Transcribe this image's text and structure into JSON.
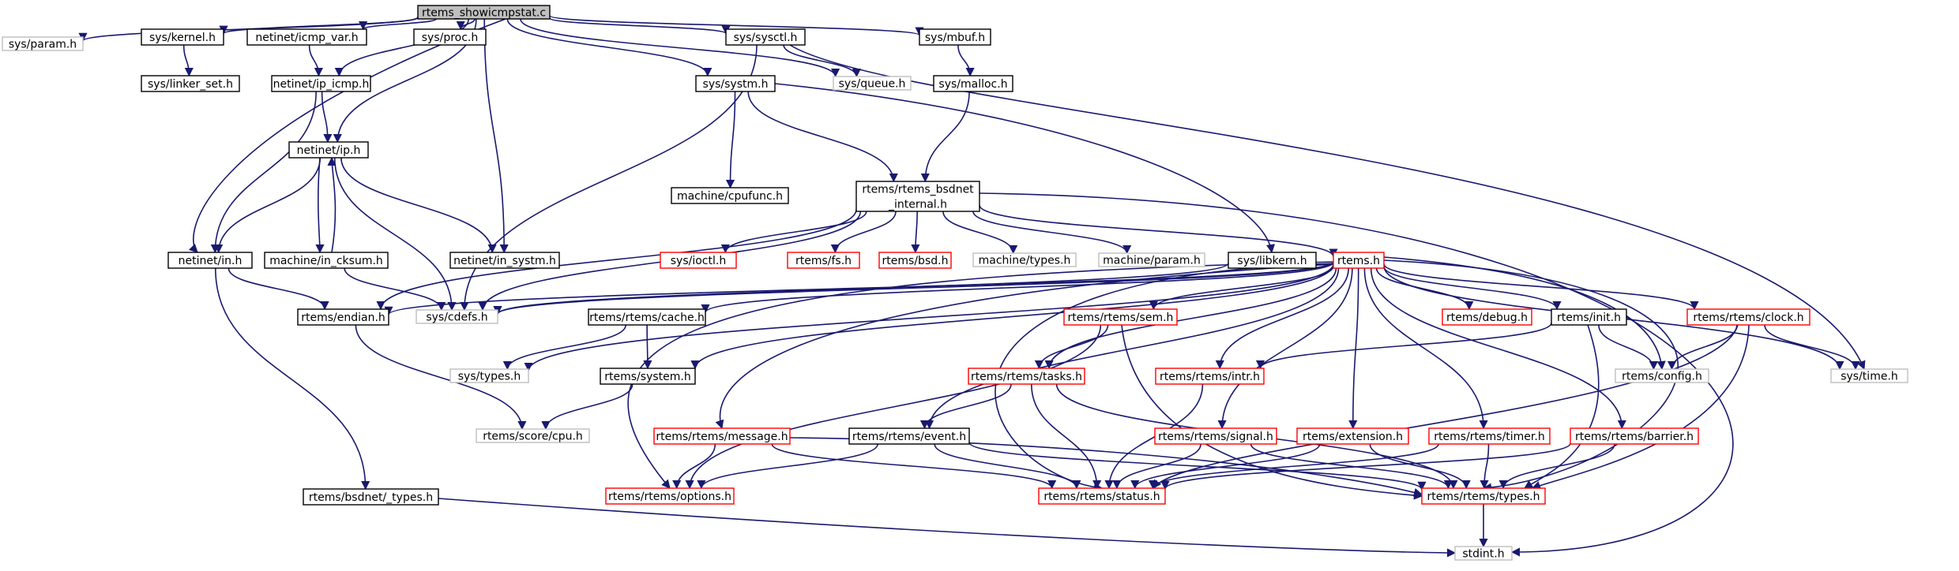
{
  "diagram": {
    "colors": {
      "edge": "#191970",
      "root_fill": "#bfbfbf",
      "root_border": "#000000",
      "documented_border": "#000000",
      "undocumented_border": "#bfbfbf",
      "missing_border": "#ff0000",
      "undocumented_text": "#7f7f7f"
    },
    "nodes": [
      {
        "id": "root",
        "label": "rtems_showicmpstat.c",
        "kind": "root"
      },
      {
        "id": "sys_param",
        "label": "sys/param.h",
        "kind": "undocumented"
      },
      {
        "id": "sys_kernel",
        "label": "sys/kernel.h",
        "kind": "documented"
      },
      {
        "id": "icmp_var",
        "label": "netinet/icmp_var.h",
        "kind": "documented"
      },
      {
        "id": "sys_proc",
        "label": "sys/proc.h",
        "kind": "documented"
      },
      {
        "id": "sys_sysctl",
        "label": "sys/sysctl.h",
        "kind": "documented"
      },
      {
        "id": "sys_mbuf",
        "label": "sys/mbuf.h",
        "kind": "documented"
      },
      {
        "id": "linker_set",
        "label": "sys/linker_set.h",
        "kind": "documented"
      },
      {
        "id": "ip_icmp",
        "label": "netinet/ip_icmp.h",
        "kind": "documented"
      },
      {
        "id": "sys_queue",
        "label": "sys/queue.h",
        "kind": "undocumented"
      },
      {
        "id": "sys_systm",
        "label": "sys/systm.h",
        "kind": "documented"
      },
      {
        "id": "sys_malloc",
        "label": "sys/malloc.h",
        "kind": "documented"
      },
      {
        "id": "netinet_ip",
        "label": "netinet/ip.h",
        "kind": "documented"
      },
      {
        "id": "cpufunc",
        "label": "machine/cpufunc.h",
        "kind": "documented"
      },
      {
        "id": "bsdnet_internal",
        "label": [
          "rtems/rtems_bsdnet",
          "_internal.h"
        ],
        "kind": "documented"
      },
      {
        "id": "netinet_in",
        "label": "netinet/in.h",
        "kind": "documented"
      },
      {
        "id": "in_cksum",
        "label": "machine/in_cksum.h",
        "kind": "documented"
      },
      {
        "id": "in_systm",
        "label": "netinet/in_systm.h",
        "kind": "documented"
      },
      {
        "id": "sys_ioctl",
        "label": "sys/ioctl.h",
        "kind": "missing"
      },
      {
        "id": "rtems_fs",
        "label": "rtems/fs.h",
        "kind": "missing"
      },
      {
        "id": "rtems_bsd",
        "label": "rtems/bsd.h",
        "kind": "missing"
      },
      {
        "id": "machine_types",
        "label": "machine/types.h",
        "kind": "undocumented"
      },
      {
        "id": "machine_param",
        "label": "machine/param.h",
        "kind": "undocumented"
      },
      {
        "id": "sys_libkern",
        "label": "sys/libkern.h",
        "kind": "documented"
      },
      {
        "id": "rtems_h",
        "label": "rtems.h",
        "kind": "missing"
      },
      {
        "id": "rtems_endian",
        "label": "rtems/endian.h",
        "kind": "documented"
      },
      {
        "id": "sys_cdefs",
        "label": "sys/cdefs.h",
        "kind": "undocumented"
      },
      {
        "id": "rtems_cache",
        "label": "rtems/rtems/cache.h",
        "kind": "documented"
      },
      {
        "id": "rtems_sem",
        "label": "rtems/rtems/sem.h",
        "kind": "missing"
      },
      {
        "id": "rtems_debug",
        "label": "rtems/debug.h",
        "kind": "missing"
      },
      {
        "id": "rtems_init",
        "label": "rtems/init.h",
        "kind": "documented"
      },
      {
        "id": "rtems_clock",
        "label": "rtems/rtems/clock.h",
        "kind": "missing"
      },
      {
        "id": "sys_types",
        "label": "sys/types.h",
        "kind": "undocumented"
      },
      {
        "id": "rtems_system",
        "label": "rtems/system.h",
        "kind": "documented"
      },
      {
        "id": "rtems_tasks",
        "label": "rtems/rtems/tasks.h",
        "kind": "missing"
      },
      {
        "id": "rtems_intr",
        "label": "rtems/rtems/intr.h",
        "kind": "missing"
      },
      {
        "id": "rtems_config",
        "label": "rtems/config.h",
        "kind": "undocumented"
      },
      {
        "id": "sys_time",
        "label": "sys/time.h",
        "kind": "undocumented"
      },
      {
        "id": "score_cpu",
        "label": "rtems/score/cpu.h",
        "kind": "undocumented"
      },
      {
        "id": "rtems_message",
        "label": "rtems/rtems/message.h",
        "kind": "missing"
      },
      {
        "id": "rtems_event",
        "label": "rtems/rtems/event.h",
        "kind": "documented"
      },
      {
        "id": "rtems_signal",
        "label": "rtems/rtems/signal.h",
        "kind": "missing"
      },
      {
        "id": "rtems_extension",
        "label": "rtems/extension.h",
        "kind": "missing"
      },
      {
        "id": "rtems_timer",
        "label": "rtems/rtems/timer.h",
        "kind": "missing"
      },
      {
        "id": "rtems_barrier",
        "label": "rtems/rtems/barrier.h",
        "kind": "missing"
      },
      {
        "id": "bsdnet_types",
        "label": "rtems/bsdnet/_types.h",
        "kind": "documented"
      },
      {
        "id": "rtems_options",
        "label": "rtems/rtems/options.h",
        "kind": "missing"
      },
      {
        "id": "rtems_status",
        "label": "rtems/rtems/status.h",
        "kind": "missing"
      },
      {
        "id": "rtems_types",
        "label": "rtems/rtems/types.h",
        "kind": "missing"
      },
      {
        "id": "stdint",
        "label": "stdint.h",
        "kind": "undocumented"
      }
    ],
    "edges": [
      [
        "root",
        "sys_param"
      ],
      [
        "root",
        "sys_kernel"
      ],
      [
        "root",
        "icmp_var"
      ],
      [
        "root",
        "sys_proc"
      ],
      [
        "root",
        "sys_sysctl"
      ],
      [
        "root",
        "sys_mbuf"
      ],
      [
        "root",
        "sys_queue"
      ],
      [
        "root",
        "sys_systm"
      ],
      [
        "root",
        "ip_icmp"
      ],
      [
        "root",
        "netinet_ip"
      ],
      [
        "root",
        "netinet_in"
      ],
      [
        "root",
        "in_systm"
      ],
      [
        "sys_kernel",
        "linker_set"
      ],
      [
        "icmp_var",
        "ip_icmp"
      ],
      [
        "sys_sysctl",
        "sys_queue"
      ],
      [
        "sys_sysctl",
        "sys_cdefs"
      ],
      [
        "sys_sysctl",
        "sys_time"
      ],
      [
        "sys_mbuf",
        "sys_malloc"
      ],
      [
        "sys_malloc",
        "bsdnet_internal"
      ],
      [
        "ip_icmp",
        "netinet_ip"
      ],
      [
        "ip_icmp",
        "netinet_in"
      ],
      [
        "sys_systm",
        "cpufunc"
      ],
      [
        "sys_systm",
        "bsdnet_internal"
      ],
      [
        "sys_systm",
        "sys_libkern"
      ],
      [
        "netinet_ip",
        "netinet_in"
      ],
      [
        "netinet_ip",
        "in_cksum"
      ],
      [
        "netinet_ip",
        "in_systm"
      ],
      [
        "netinet_ip",
        "sys_cdefs"
      ],
      [
        "in_cksum",
        "netinet_ip"
      ],
      [
        "in_cksum",
        "sys_cdefs"
      ],
      [
        "netinet_in",
        "rtems_endian"
      ],
      [
        "netinet_in",
        "bsdnet_types"
      ],
      [
        "bsdnet_internal",
        "sys_ioctl"
      ],
      [
        "bsdnet_internal",
        "rtems_fs"
      ],
      [
        "bsdnet_internal",
        "rtems_bsd"
      ],
      [
        "bsdnet_internal",
        "machine_types"
      ],
      [
        "bsdnet_internal",
        "machine_param"
      ],
      [
        "bsdnet_internal",
        "rtems_h"
      ],
      [
        "bsdnet_internal",
        "sys_cdefs"
      ],
      [
        "bsdnet_internal",
        "rtems_endian"
      ],
      [
        "bsdnet_internal",
        "stdint"
      ],
      [
        "sys_libkern",
        "sys_cdefs"
      ],
      [
        "rtems_h",
        "sys_cdefs"
      ],
      [
        "rtems_h",
        "rtems_endian"
      ],
      [
        "rtems_h",
        "sys_types"
      ],
      [
        "rtems_h",
        "rtems_cache"
      ],
      [
        "rtems_h",
        "rtems_system"
      ],
      [
        "rtems_h",
        "rtems_options"
      ],
      [
        "rtems_h",
        "rtems_message"
      ],
      [
        "rtems_h",
        "rtems_status"
      ],
      [
        "rtems_h",
        "rtems_event"
      ],
      [
        "rtems_h",
        "rtems_tasks"
      ],
      [
        "rtems_h",
        "rtems_sem"
      ],
      [
        "rtems_h",
        "rtems_intr"
      ],
      [
        "rtems_h",
        "rtems_signal"
      ],
      [
        "rtems_h",
        "rtems_extension"
      ],
      [
        "rtems_h",
        "rtems_timer"
      ],
      [
        "rtems_h",
        "rtems_barrier"
      ],
      [
        "rtems_h",
        "rtems_debug"
      ],
      [
        "rtems_h",
        "rtems_init"
      ],
      [
        "rtems_h",
        "rtems_config"
      ],
      [
        "rtems_h",
        "rtems_clock"
      ],
      [
        "rtems_h",
        "rtems_types"
      ],
      [
        "rtems_h",
        "sys_time"
      ],
      [
        "rtems_endian",
        "score_cpu"
      ],
      [
        "rtems_cache",
        "sys_types"
      ],
      [
        "rtems_cache",
        "rtems_system"
      ],
      [
        "rtems_system",
        "score_cpu"
      ],
      [
        "rtems_sem",
        "rtems_tasks"
      ],
      [
        "rtems_sem",
        "rtems_options"
      ],
      [
        "rtems_sem",
        "rtems_types"
      ],
      [
        "rtems_tasks",
        "rtems_event"
      ],
      [
        "rtems_tasks",
        "rtems_status"
      ],
      [
        "rtems_tasks",
        "rtems_types"
      ],
      [
        "rtems_intr",
        "rtems_status"
      ],
      [
        "rtems_init",
        "rtems_config"
      ],
      [
        "rtems_init",
        "rtems_intr"
      ],
      [
        "rtems_init",
        "rtems_types"
      ],
      [
        "rtems_clock",
        "rtems_config"
      ],
      [
        "rtems_clock",
        "sys_time"
      ],
      [
        "rtems_clock",
        "rtems_status"
      ],
      [
        "rtems_clock",
        "rtems_types"
      ],
      [
        "rtems_message",
        "rtems_options"
      ],
      [
        "rtems_message",
        "rtems_status"
      ],
      [
        "rtems_message",
        "rtems_types"
      ],
      [
        "rtems_event",
        "rtems_options"
      ],
      [
        "rtems_event",
        "rtems_status"
      ],
      [
        "rtems_event",
        "rtems_types"
      ],
      [
        "rtems_signal",
        "rtems_status"
      ],
      [
        "rtems_signal",
        "rtems_types"
      ],
      [
        "rtems_extension",
        "rtems_status"
      ],
      [
        "rtems_extension",
        "rtems_types"
      ],
      [
        "rtems_timer",
        "rtems_status"
      ],
      [
        "rtems_timer",
        "rtems_types"
      ],
      [
        "rtems_barrier",
        "rtems_status"
      ],
      [
        "rtems_barrier",
        "rtems_types"
      ],
      [
        "rtems_types",
        "stdint"
      ],
      [
        "bsdnet_types",
        "stdint"
      ]
    ]
  }
}
